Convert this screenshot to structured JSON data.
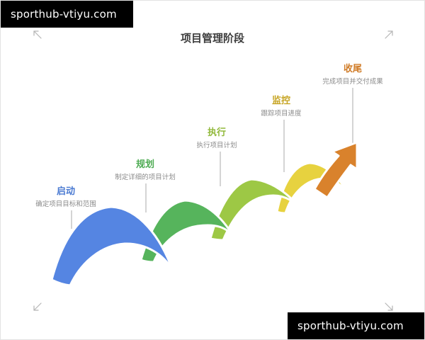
{
  "watermark": {
    "text": "sporthub-vtiyu.com"
  },
  "diagram": {
    "title": "项目管理阶段",
    "phases": [
      {
        "name": "启动",
        "description": "确定项目目标和范围",
        "label_color": "#4A7AD2",
        "ribbon_color": "#5585E2"
      },
      {
        "name": "规划",
        "description": "制定详细的项目计划",
        "label_color": "#4FAC54",
        "ribbon_color": "#56B45C"
      },
      {
        "name": "执行",
        "description": "执行项目计划",
        "label_color": "#92B93C",
        "ribbon_color": "#9DC845"
      },
      {
        "name": "监控",
        "description": "跟踪项目进度",
        "label_color": "#C7A524",
        "ribbon_color": "#E7D23F"
      },
      {
        "name": "收尾",
        "description": "完成项目并交付成果",
        "label_color": "#D07C28",
        "ribbon_color": "#D9822C"
      }
    ]
  }
}
